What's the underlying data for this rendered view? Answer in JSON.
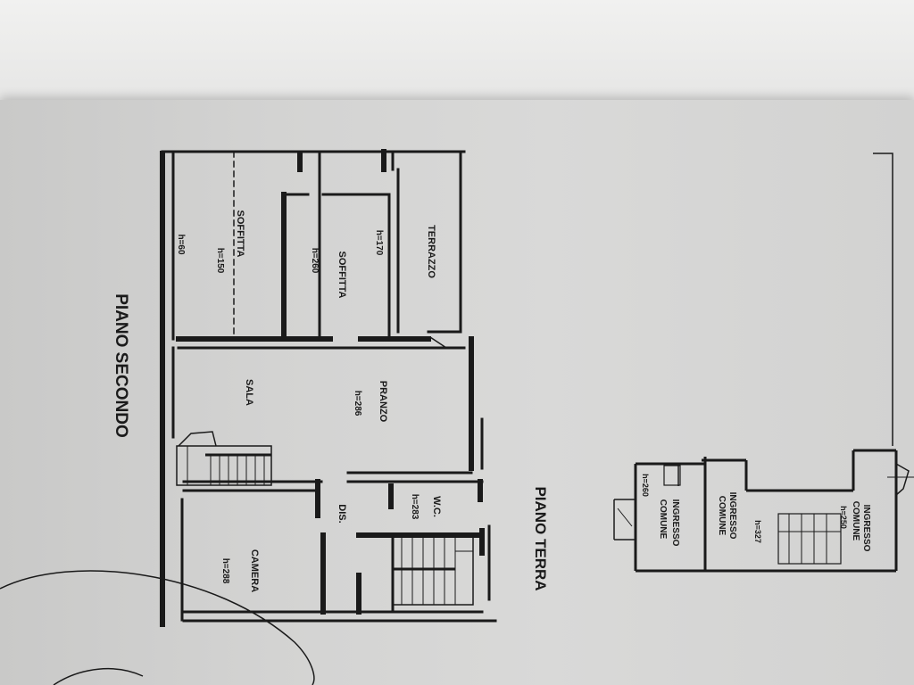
{
  "plan": {
    "second_floor": {
      "title": "PIANO SECONDO",
      "rooms": {
        "terrazzo": "TERRAZZO",
        "soffitta_a": "SOFFITTA",
        "soffitta_a_h": "h=260",
        "soffitta_a_h2": "h=170",
        "soffitta_b": "SOFFITTA",
        "soffitta_b_h": "h=150",
        "soffitta_b_h2": "h=60",
        "sala": "SALA",
        "pranzo": "PRANZO",
        "pranzo_h": "h=286",
        "wc": "W.C.",
        "wc_h": "h=283",
        "dis": "DIS.",
        "camera": "CAMERA",
        "camera_h": "h=288"
      }
    },
    "ground_floor": {
      "title": "PIANO TERRA",
      "rooms": {
        "ingresso_1": "INGRESSO",
        "comune_1": "COMUNE",
        "ingresso_1_h": "h=250",
        "ingresso_2": "INGRESSO",
        "comune_2": "COMUNE",
        "ingresso_2_h": "h=327",
        "ingresso_3": "INGRESSO",
        "comune_3": "COMUNE",
        "ingresso_3_h": "h=260"
      }
    }
  },
  "colors": {
    "paper": "#d6d6d5",
    "ink": "#1a1a1a",
    "background": "#ebebea"
  }
}
